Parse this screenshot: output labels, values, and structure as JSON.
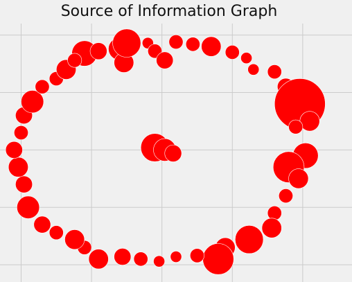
{
  "chart_data": {
    "type": "scatter",
    "title": "Source of Information Graph",
    "xlabel": "",
    "ylabel": "",
    "xlim": [
      -1.15,
      1.35
    ],
    "ylim": [
      -1.15,
      1.1
    ],
    "xticks": [
      -1,
      -0.5,
      0,
      0.5,
      1
    ],
    "yticks": [
      -1,
      -0.5,
      0,
      0.5,
      1
    ],
    "grid": true,
    "marker_color": "#ff0000",
    "edge_color": "#ffffff",
    "points": [
      {
        "x": -0.55,
        "y": 0.84,
        "s": 0.09
      },
      {
        "x": -0.45,
        "y": 0.86,
        "s": 0.06
      },
      {
        "x": -0.3,
        "y": 0.88,
        "s": 0.08
      },
      {
        "x": -0.27,
        "y": 0.76,
        "s": 0.07
      },
      {
        "x": -0.25,
        "y": 0.93,
        "s": 0.1
      },
      {
        "x": -0.1,
        "y": 0.93,
        "s": 0.04
      },
      {
        "x": -0.05,
        "y": 0.86,
        "s": 0.05
      },
      {
        "x": 0.02,
        "y": 0.78,
        "s": 0.06
      },
      {
        "x": 0.1,
        "y": 0.94,
        "s": 0.05
      },
      {
        "x": 0.22,
        "y": 0.92,
        "s": 0.05
      },
      {
        "x": 0.35,
        "y": 0.9,
        "s": 0.07
      },
      {
        "x": 0.5,
        "y": 0.85,
        "s": 0.05
      },
      {
        "x": 0.6,
        "y": 0.8,
        "s": 0.04
      },
      {
        "x": 0.65,
        "y": 0.7,
        "s": 0.04
      },
      {
        "x": 0.8,
        "y": 0.68,
        "s": 0.05
      },
      {
        "x": 0.88,
        "y": 0.55,
        "s": 0.06
      },
      {
        "x": 0.92,
        "y": 0.45,
        "s": 0.1
      },
      {
        "x": 0.98,
        "y": 0.4,
        "s": 0.18
      },
      {
        "x": 1.05,
        "y": 0.25,
        "s": 0.07
      },
      {
        "x": 0.95,
        "y": 0.2,
        "s": 0.05
      },
      {
        "x": 1.02,
        "y": -0.05,
        "s": 0.09
      },
      {
        "x": 0.9,
        "y": -0.15,
        "s": 0.11
      },
      {
        "x": 0.97,
        "y": -0.25,
        "s": 0.07
      },
      {
        "x": 0.88,
        "y": -0.4,
        "s": 0.05
      },
      {
        "x": 0.8,
        "y": -0.55,
        "s": 0.05
      },
      {
        "x": 0.78,
        "y": -0.68,
        "s": 0.07
      },
      {
        "x": 0.62,
        "y": -0.78,
        "s": 0.1
      },
      {
        "x": 0.45,
        "y": -0.85,
        "s": 0.07
      },
      {
        "x": 0.4,
        "y": -0.95,
        "s": 0.11
      },
      {
        "x": 0.25,
        "y": -0.92,
        "s": 0.05
      },
      {
        "x": 0.1,
        "y": -0.93,
        "s": 0.04
      },
      {
        "x": -0.02,
        "y": -0.97,
        "s": 0.04
      },
      {
        "x": -0.15,
        "y": -0.95,
        "s": 0.05
      },
      {
        "x": -0.28,
        "y": -0.93,
        "s": 0.06
      },
      {
        "x": -0.45,
        "y": -0.95,
        "s": 0.07
      },
      {
        "x": -0.55,
        "y": -0.85,
        "s": 0.05
      },
      {
        "x": -0.62,
        "y": -0.78,
        "s": 0.07
      },
      {
        "x": -0.75,
        "y": -0.72,
        "s": 0.05
      },
      {
        "x": -0.85,
        "y": -0.65,
        "s": 0.06
      },
      {
        "x": -0.95,
        "y": -0.5,
        "s": 0.08
      },
      {
        "x": -0.98,
        "y": -0.3,
        "s": 0.06
      },
      {
        "x": -1.02,
        "y": -0.15,
        "s": 0.07
      },
      {
        "x": -1.05,
        "y": 0.0,
        "s": 0.06
      },
      {
        "x": -1.0,
        "y": 0.15,
        "s": 0.05
      },
      {
        "x": -0.98,
        "y": 0.3,
        "s": 0.06
      },
      {
        "x": -0.92,
        "y": 0.42,
        "s": 0.08
      },
      {
        "x": -0.85,
        "y": 0.55,
        "s": 0.05
      },
      {
        "x": -0.75,
        "y": 0.62,
        "s": 0.05
      },
      {
        "x": -0.68,
        "y": 0.7,
        "s": 0.07
      },
      {
        "x": -0.62,
        "y": 0.78,
        "s": 0.05
      },
      {
        "x": -0.05,
        "y": 0.02,
        "s": 0.1
      },
      {
        "x": 0.02,
        "y": 0.0,
        "s": 0.08
      },
      {
        "x": 0.08,
        "y": -0.03,
        "s": 0.06
      }
    ]
  }
}
